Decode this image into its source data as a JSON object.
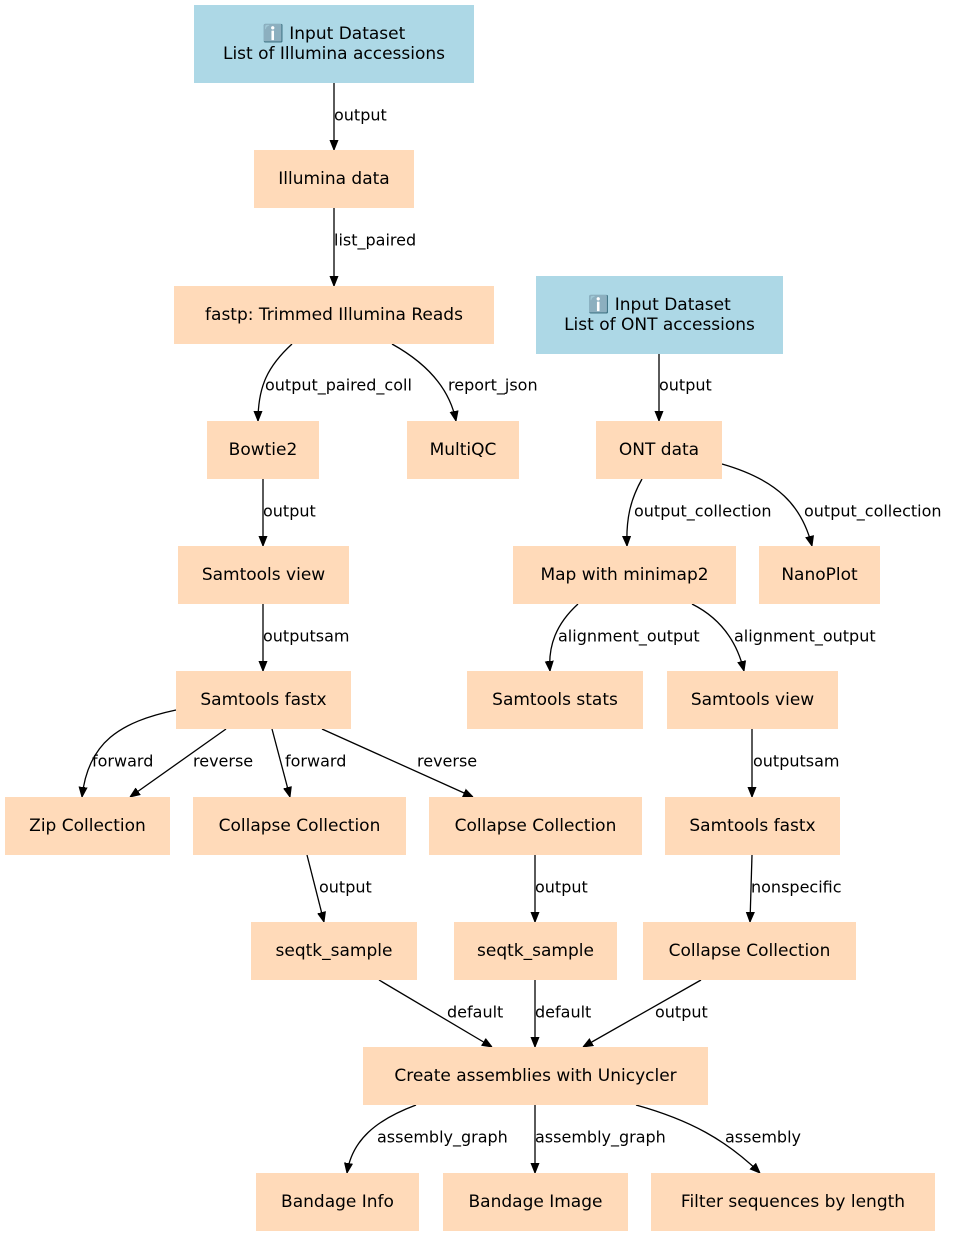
{
  "nodes": [
    {
      "id": "input_illumina",
      "type": "input",
      "lines": [
        "ℹ️ Input Dataset",
        "List of Illumina accessions"
      ]
    },
    {
      "id": "illumina_data",
      "type": "tool",
      "lines": [
        "Illumina data"
      ]
    },
    {
      "id": "fastp",
      "type": "tool",
      "lines": [
        "fastp: Trimmed Illumina Reads"
      ]
    },
    {
      "id": "input_ont",
      "type": "input",
      "lines": [
        "ℹ️ Input Dataset",
        "List of ONT accessions"
      ]
    },
    {
      "id": "bowtie2",
      "type": "tool",
      "lines": [
        "Bowtie2"
      ]
    },
    {
      "id": "multiqc",
      "type": "tool",
      "lines": [
        "MultiQC"
      ]
    },
    {
      "id": "ont_data",
      "type": "tool",
      "lines": [
        "ONT data"
      ]
    },
    {
      "id": "samtools_view_1",
      "type": "tool",
      "lines": [
        "Samtools view"
      ]
    },
    {
      "id": "minimap2",
      "type": "tool",
      "lines": [
        "Map with minimap2"
      ]
    },
    {
      "id": "nanoplot",
      "type": "tool",
      "lines": [
        "NanoPlot"
      ]
    },
    {
      "id": "samtools_fastx_1",
      "type": "tool",
      "lines": [
        "Samtools fastx"
      ]
    },
    {
      "id": "samtools_stats",
      "type": "tool",
      "lines": [
        "Samtools stats"
      ]
    },
    {
      "id": "samtools_view_2",
      "type": "tool",
      "lines": [
        "Samtools view"
      ]
    },
    {
      "id": "zip_collection",
      "type": "tool",
      "lines": [
        "Zip Collection"
      ]
    },
    {
      "id": "collapse_1",
      "type": "tool",
      "lines": [
        "Collapse Collection"
      ]
    },
    {
      "id": "collapse_2",
      "type": "tool",
      "lines": [
        "Collapse Collection"
      ]
    },
    {
      "id": "samtools_fastx_2",
      "type": "tool",
      "lines": [
        "Samtools fastx"
      ]
    },
    {
      "id": "seqtk_1",
      "type": "tool",
      "lines": [
        "seqtk_sample"
      ]
    },
    {
      "id": "seqtk_2",
      "type": "tool",
      "lines": [
        "seqtk_sample"
      ]
    },
    {
      "id": "collapse_3",
      "type": "tool",
      "lines": [
        "Collapse Collection"
      ]
    },
    {
      "id": "unicycler",
      "type": "tool",
      "lines": [
        "Create assemblies with Unicycler"
      ]
    },
    {
      "id": "bandage_info",
      "type": "tool",
      "lines": [
        "Bandage Info"
      ]
    },
    {
      "id": "bandage_image",
      "type": "tool",
      "lines": [
        "Bandage Image"
      ]
    },
    {
      "id": "filter_length",
      "type": "tool",
      "lines": [
        "Filter sequences by length"
      ]
    }
  ],
  "edges": [
    {
      "from": "input_illumina",
      "to": "illumina_data",
      "label": "output"
    },
    {
      "from": "illumina_data",
      "to": "fastp",
      "label": "list_paired"
    },
    {
      "from": "fastp",
      "to": "bowtie2",
      "label": "output_paired_coll"
    },
    {
      "from": "fastp",
      "to": "multiqc",
      "label": "report_json"
    },
    {
      "from": "input_ont",
      "to": "ont_data",
      "label": "output"
    },
    {
      "from": "bowtie2",
      "to": "samtools_view_1",
      "label": "output"
    },
    {
      "from": "ont_data",
      "to": "minimap2",
      "label": "output_collection"
    },
    {
      "from": "ont_data",
      "to": "nanoplot",
      "label": "output_collection"
    },
    {
      "from": "samtools_view_1",
      "to": "samtools_fastx_1",
      "label": "outputsam"
    },
    {
      "from": "minimap2",
      "to": "samtools_stats",
      "label": "alignment_output"
    },
    {
      "from": "minimap2",
      "to": "samtools_view_2",
      "label": "alignment_output"
    },
    {
      "from": "samtools_fastx_1",
      "to": "zip_collection",
      "label": "forward"
    },
    {
      "from": "samtools_fastx_1",
      "to": "zip_collection",
      "label": "reverse"
    },
    {
      "from": "samtools_fastx_1",
      "to": "collapse_1",
      "label": "forward"
    },
    {
      "from": "samtools_fastx_1",
      "to": "collapse_2",
      "label": "reverse"
    },
    {
      "from": "samtools_view_2",
      "to": "samtools_fastx_2",
      "label": "outputsam"
    },
    {
      "from": "collapse_1",
      "to": "seqtk_1",
      "label": "output"
    },
    {
      "from": "collapse_2",
      "to": "seqtk_2",
      "label": "output"
    },
    {
      "from": "samtools_fastx_2",
      "to": "collapse_3",
      "label": "nonspecific"
    },
    {
      "from": "seqtk_1",
      "to": "unicycler",
      "label": "default"
    },
    {
      "from": "seqtk_2",
      "to": "unicycler",
      "label": "default"
    },
    {
      "from": "collapse_3",
      "to": "unicycler",
      "label": "output"
    },
    {
      "from": "unicycler",
      "to": "bandage_info",
      "label": "assembly_graph"
    },
    {
      "from": "unicycler",
      "to": "bandage_image",
      "label": "assembly_graph"
    },
    {
      "from": "unicycler",
      "to": "filter_length",
      "label": "assembly"
    }
  ],
  "colors": {
    "input": "#add8e6",
    "tool": "#ffdab9",
    "edge": "#000000"
  }
}
